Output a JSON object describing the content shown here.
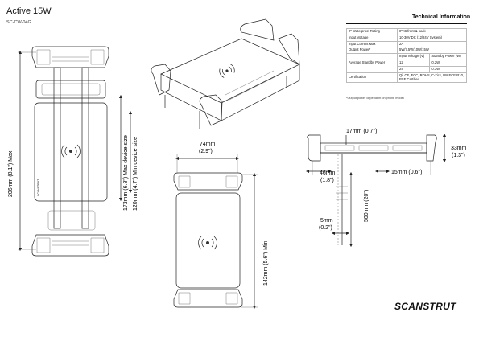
{
  "header": {
    "title": "Active 15W",
    "model_code": "SC-CW-04G"
  },
  "tech_info": {
    "heading": "Technical Information",
    "rows": [
      {
        "label": "IP Waterproof Rating",
        "value": "IPX6 front & back"
      },
      {
        "label": "Input Voltage",
        "value": "10-30V DC (12/24V System)"
      },
      {
        "label": "Input Current Max",
        "value": "2A"
      },
      {
        "label": "Output Power*",
        "value": "5W/7.5W/10W/15W"
      }
    ],
    "standby": {
      "label": "Average Standby Power",
      "col1": "Input Voltage (V)",
      "col2": "Standby Power (W)",
      "r1v": "12",
      "r1p": "0.2W",
      "r2v": "24",
      "r2p": "0.3W"
    },
    "certification": {
      "label": "Certification",
      "value": "Qi, CE, FCC, ROHS, C-Tick, UN ECE R10, PSE Certified"
    },
    "footnote": "*Output power dependent on phone model"
  },
  "dimensions": {
    "height_max": "206mm (8.1\") Max",
    "device_max": "173mm (6.8\")  Max device size",
    "device_min": "120mm (4.7\")  Min device size",
    "width": "74mm",
    "width_in": "(2.9\")",
    "height_min": "142mm (5.6\") Min",
    "top_17": "17mm (0.7\")",
    "depth_33": "33mm",
    "depth_33_in": "(1.3\")",
    "d46": "46mm",
    "d46_in": "(1.8\")",
    "d15": "15mm (0.6\")",
    "cable": "500mm (20\")",
    "d5": "5mm",
    "d5_in": "(0.2\")"
  },
  "brand": {
    "logo_text": "SCANSTRUT",
    "device_label": "SCANSTRUT"
  }
}
